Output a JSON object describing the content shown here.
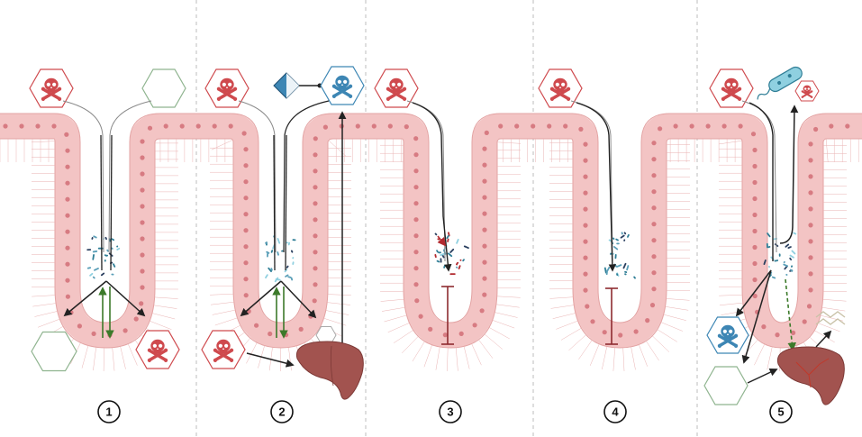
{
  "panels": [
    {
      "number": "1"
    },
    {
      "number": "2"
    },
    {
      "number": "3"
    },
    {
      "number": "4"
    },
    {
      "number": "5"
    }
  ],
  "colors": {
    "tissue_fill": "#f3c4c4",
    "tissue_stroke": "#e3a3a3",
    "nucleus": "#d77b82",
    "toxin_red": "#cf4a4e",
    "toxin_blue": "#3d86b4",
    "hex_green": "#8fb48f",
    "arrow_green": "#3c7a2a",
    "inhibit_red": "#8e2a2f",
    "liver": "#a2534f",
    "divider": "#bdbdbd"
  },
  "icons": {
    "toxin": "skull-crossbones-icon",
    "metabolite": "empty-hexagon-icon",
    "modifier": "blue-diamond-icon",
    "bacterium": "bacterium-icon",
    "liver": "liver-icon",
    "microbiota": "microbiota-cluster-icon",
    "inhibition": "inhibition-bar-icon",
    "exhaled": "wavy-lines-icon"
  }
}
